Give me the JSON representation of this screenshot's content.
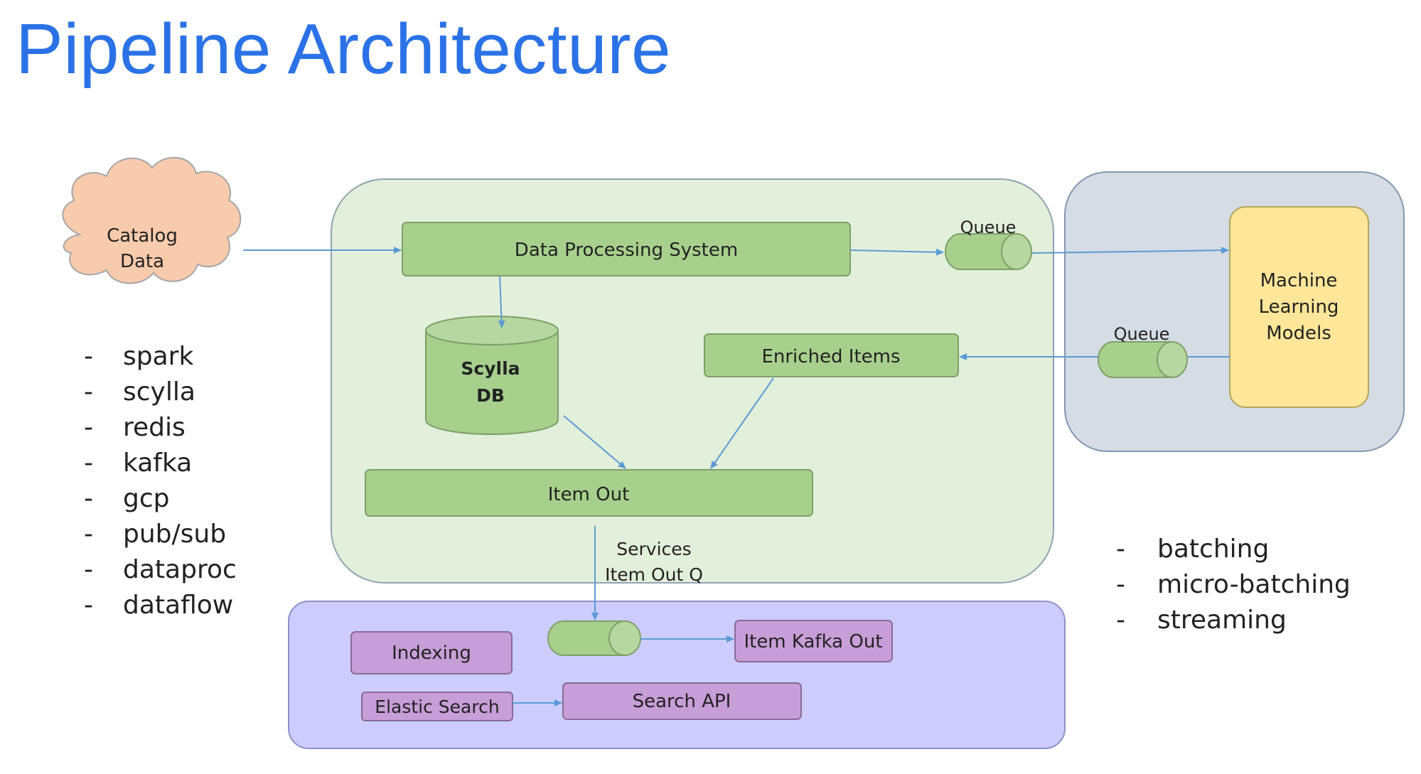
{
  "slide": {
    "title": "Pipeline Architecture"
  },
  "diagram": {
    "source": {
      "label_line1": "Catalog",
      "label_line2": "Data"
    },
    "data_processing": {
      "label": "Data Processing System"
    },
    "queue_top": {
      "label": "Queue"
    },
    "ml_models": {
      "label_line1": "Machine",
      "label_line2": "Learning",
      "label_line3": "Models"
    },
    "queue_bottom": {
      "label": "Queue"
    },
    "enriched_items": {
      "label": "Enriched Items"
    },
    "scylla_db": {
      "label_line1": "Scylla",
      "label_line2": "DB"
    },
    "item_out": {
      "label": "Item Out"
    },
    "services_queue": {
      "label_line1": "Services",
      "label_line2": "Item Out Q"
    },
    "item_kafka_out": {
      "label": "Item Kafka Out"
    },
    "indexing": {
      "label": "Indexing"
    },
    "elastic_search": {
      "label": "Elastic Search"
    },
    "search_api": {
      "label": "Search API"
    }
  },
  "technologies": [
    "spark",
    "scylla",
    "redis",
    "kafka",
    "gcp",
    "pub/sub",
    "dataproc",
    "dataflow"
  ],
  "processing_modes": [
    "batching",
    "micro-batching",
    "streaming"
  ],
  "colors": {
    "title": "#2b72e6",
    "green_box": "#a8d08d",
    "green_container": "#e2efda",
    "blue_container": "#d6dce4",
    "purple_container": "#ccccff",
    "purple_box": "#c79ed7",
    "yellow_box": "#ffe699",
    "cloud": "#f8cbad",
    "arrow": "#5b9bd5"
  }
}
